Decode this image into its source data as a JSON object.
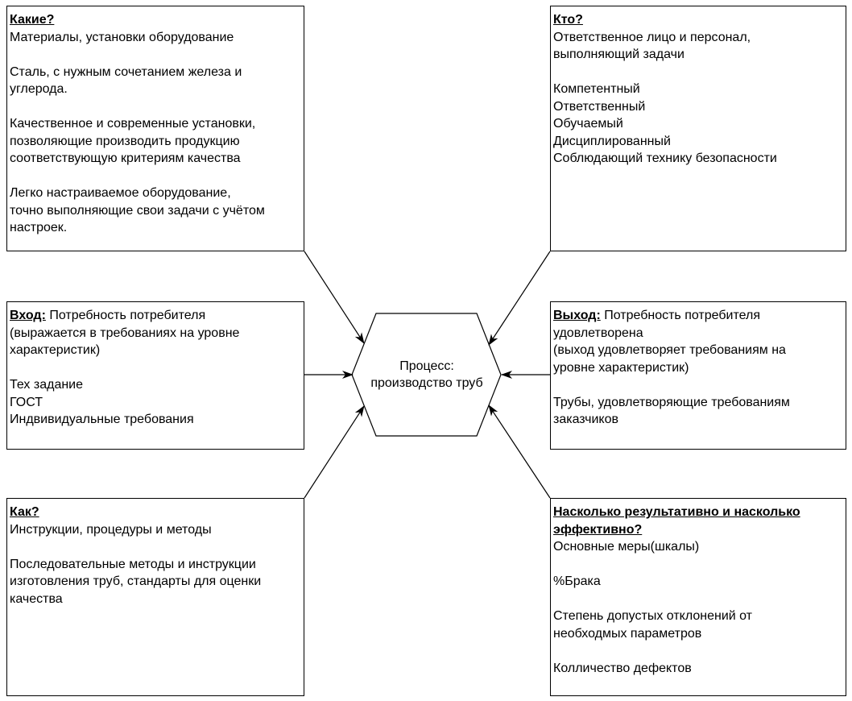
{
  "center": {
    "line1": "Процесс:",
    "line2": "производство труб"
  },
  "kakie": {
    "title": "Какие?",
    "lines": [
      "Материалы, установки оборудование",
      "",
      "Сталь, с нужным сочетанием железа и",
      "углерода.",
      "",
      "Качественное и современные установки,",
      "позволяющие производить продукцию",
      "соответствующую критериям качества",
      "",
      "Легко настраиваемое оборудование,",
      "точно выполняющие свои задачи с учётом",
      "настроек."
    ]
  },
  "kto": {
    "title": "Кто?",
    "lines": [
      "Ответственное лицо и персонал,",
      "выполняющий задачи",
      "",
      "Компетентный",
      "Ответственный",
      "Обучаемый",
      "Дисциплированный",
      "Соблюдающий технику безопасности"
    ]
  },
  "vhod": {
    "title": "Вход:",
    "title_rest": " Потребность потребителя",
    "lines": [
      "(выражается в требованиях на уровне",
      "характеристик)",
      "",
      "Тех задание",
      "ГОСТ",
      "Индвивидуальные требования"
    ]
  },
  "vyhod": {
    "title": "Выход:",
    "title_rest": " Потребность потребителя",
    "lines": [
      "удовлетворена",
      "(выход удовлетворяет требованиям на",
      "уровне характеристик)",
      "",
      "Трубы, удовлетворяющие требованиям",
      "заказчиков"
    ]
  },
  "kak": {
    "title": "Как?",
    "lines": [
      "Инструкции, процедуры и методы",
      "",
      "Последовательные методы и инструкции",
      "изготовления труб, стандарты для оценки",
      "качества"
    ]
  },
  "naskolko": {
    "title_line1": "Насколько результативно и насколько",
    "title_line2": "эффективно? ",
    "lines": [
      "Основные меры(шкалы)",
      "",
      "%Брака",
      "",
      "Степень допустых отклонений от",
      "необходмых параметров",
      "",
      "Колличество дефектов"
    ]
  }
}
